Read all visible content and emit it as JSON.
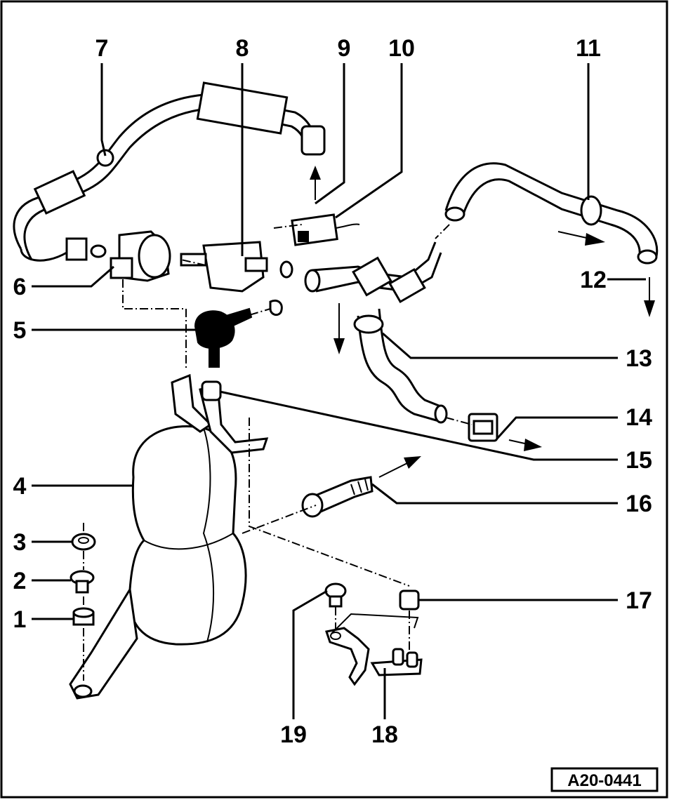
{
  "callouts": [
    "1",
    "2",
    "3",
    "4",
    "5",
    "6",
    "7",
    "8",
    "9",
    "10",
    "11",
    "12",
    "13",
    "14",
    "15",
    "16",
    "17",
    "18",
    "19"
  ],
  "figure_ref": "A20-0441",
  "icons": [
    "arrow-up-icon",
    "arrow-down-icon",
    "arrow-right-icon"
  ]
}
